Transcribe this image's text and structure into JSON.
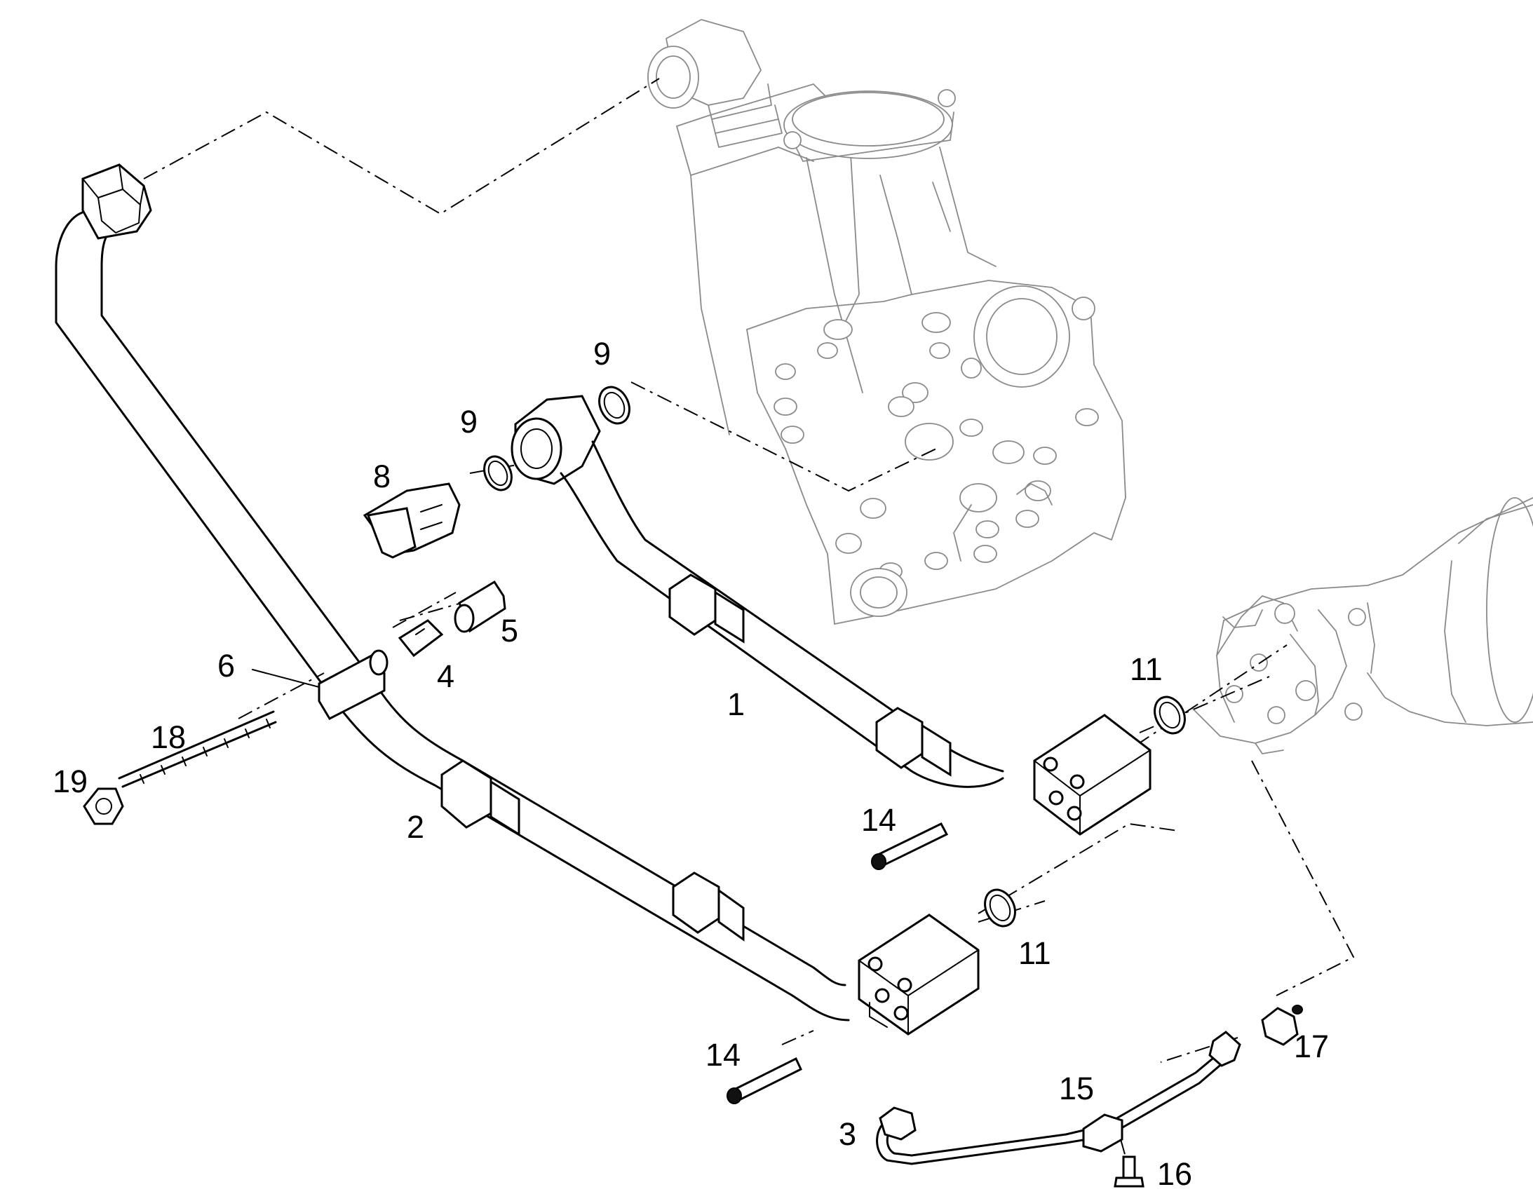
{
  "callouts": {
    "c1": "1",
    "c2": "2",
    "c3": "3",
    "c4": "4",
    "c5": "5",
    "c6": "6",
    "c8": "8",
    "c9a": "9",
    "c9b": "9",
    "c11a": "11",
    "c11b": "11",
    "c14a": "14",
    "c14b": "14",
    "c15": "15",
    "c16": "16",
    "c17": "17",
    "c18": "18",
    "c19": "19"
  },
  "icons": {
    "filter_housing": "oil-filter-housing-icon",
    "oil_cooler": "oil-cooler-icon"
  }
}
